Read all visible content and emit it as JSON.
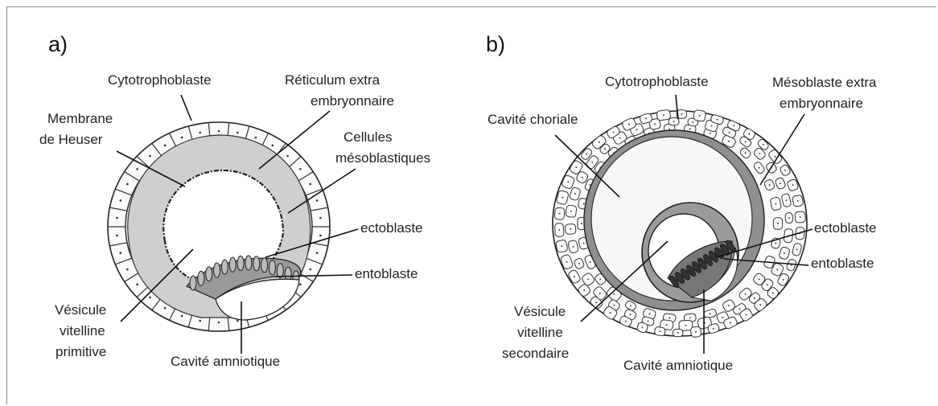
{
  "panel_a": {
    "letter": "a)",
    "labels": {
      "cytotrophoblaste": "Cytotrophoblaste",
      "reticulum_1": "Réticulum extra",
      "reticulum_2": "embryonnaire",
      "membrane_1": "Membrane",
      "membrane_2": "de Heuser",
      "cellules_1": "Cellules",
      "cellules_2": "mésoblastiques",
      "ectoblaste": "ectoblaste",
      "entoblaste": "entoblaste",
      "vesicule_1": "Vésicule",
      "vesicule_2": "vitelline",
      "vesicule_3": "primitive",
      "amniotique": "Cavité amniotique"
    }
  },
  "panel_b": {
    "letter": "b)",
    "labels": {
      "cytotrophoblaste": "Cytotrophoblaste",
      "mesoblaste_1": "Mésoblaste extra",
      "mesoblaste_2": "embryonnaire",
      "choriale": "Cavité choriale",
      "ectoblaste": "ectoblaste",
      "entoblaste": "entoblaste",
      "vesicule_1": "Vésicule",
      "vesicule_2": "vitelline",
      "vesicule_3": "secondaire",
      "amniotique": "Cavité amniotique"
    }
  },
  "colors": {
    "cell_fill": "#fafafa",
    "reticulum": "#cfcfcf",
    "mesoblaste": "#8f8f8f",
    "cavity": "#ffffff",
    "ink": "#222222"
  }
}
